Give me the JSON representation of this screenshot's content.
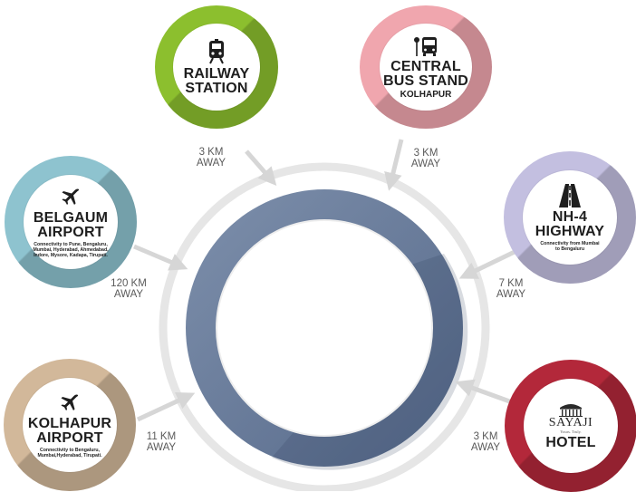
{
  "hub": {
    "ring_color": "#6b7d9b",
    "outer_ring_color": "#e6e6e6"
  },
  "nodes": {
    "railway": {
      "title_line1": "RAILWAY",
      "title_line2": "STATION",
      "color": "#8cbf2e",
      "icon": "train-icon"
    },
    "bus": {
      "title_line1": "CENTRAL",
      "title_line2": "BUS STAND",
      "subtitle": "KOLHAPUR",
      "color": "#f0a6ae",
      "icon": "bus-stop-icon"
    },
    "belgaum": {
      "title_line1": "BELGAUM",
      "title_line2": "AIRPORT",
      "note": "Connectivity to Pune, Bengaluru, Mumbai, Hyderabad, Ahmedabad, Indore, Mysore, Kadapa, Tirupati.",
      "color": "#8ec3cf",
      "icon": "airplane-icon"
    },
    "highway": {
      "title_line1": "NH-4",
      "title_line2": "HIGHWAY",
      "note": "Connectivity from Mumbai to Bengaluru",
      "color": "#c3bfe0",
      "icon": "road-icon"
    },
    "kolhapur_airport": {
      "title_line1": "KOLHAPUR",
      "title_line2": "AIRPORT",
      "note": "Connectivity to Bengaluru, Mumbai,Hyderabad, Tirupati.",
      "color": "#d2b89a",
      "icon": "airplane-icon"
    },
    "hotel": {
      "brand": "SAYAJI",
      "tagline": "Yours. Truly.",
      "title": "HOTEL",
      "color": "#b3283a",
      "icon": "sayaji-logo-icon"
    }
  },
  "distances": {
    "railway": {
      "line1": "3 KM",
      "line2": "AWAY"
    },
    "bus": {
      "line1": "3 KM",
      "line2": "AWAY"
    },
    "belgaum": {
      "line1": "120 KM",
      "line2": "AWAY"
    },
    "highway": {
      "line1": "7 KM",
      "line2": "AWAY"
    },
    "kolhapur_airport": {
      "line1": "11 KM",
      "line2": "AWAY"
    },
    "hotel": {
      "line1": "3 KM",
      "line2": "AWAY"
    }
  },
  "connector_color": "#d6d6d6"
}
